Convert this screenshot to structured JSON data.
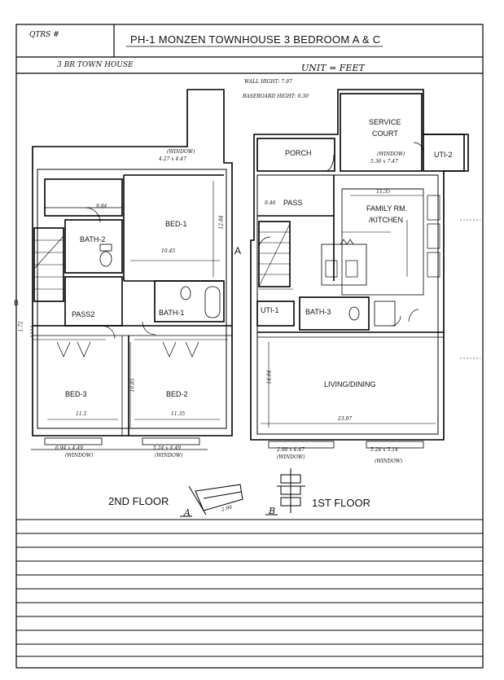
{
  "header": {
    "qtrs_label": "QTRS #",
    "title": "PH-1 MONZEN TOWNHOUSE 3 BEDROOM A & C",
    "subtitle": "3 BR TOWN HOUSE",
    "unit": "UNIT = FEET",
    "wall_height": "WALL HIGHT: 7.97",
    "baseboard_height": "BASEBOARD HIGHT: 0.30"
  },
  "rooms": {
    "bed1": "BED-1",
    "bed2": "BED-2",
    "bed3": "BED-3",
    "bath2": "BATH-2",
    "bath1": "BATH-1",
    "pass2": "PASS2",
    "porch": "PORCH",
    "service": "SERVICE",
    "court": "COURT",
    "uti2": "UTI-2",
    "pass": "PASS",
    "family": "FAMILY RM.",
    "kitchen": "/KITCHEN",
    "uti1": "UTI-1",
    "bath3": "BATH-3",
    "living": "LIVING/DINING"
  },
  "floors": {
    "second": "2ND FLOOR",
    "first": "1ST FLOOR"
  },
  "markers": {
    "a": "A",
    "b": "B"
  },
  "dimensions": {
    "bed1_w": "10.45",
    "bed1_h": "12.84",
    "bed2_w": "11.35",
    "bed2_h": "10.85",
    "bed3_w": "11.5",
    "bed3_h": "10.85",
    "closet_w": "9.84",
    "pass_w": "9.46",
    "family_w": "11.35",
    "living_w": "23.97",
    "living_h": "14.84",
    "stair_w": "2.90",
    "wall_d": "1.72"
  },
  "windows": {
    "label": "(WINDOW)",
    "w1": "4.27 x 4.47",
    "w2": "6.94 x 4.49",
    "w3": "5.24 x 4.49",
    "w4": "2.98 x 4.47",
    "w5": "5.36 x 7.47",
    "w6": "5.24 x 5.14"
  }
}
